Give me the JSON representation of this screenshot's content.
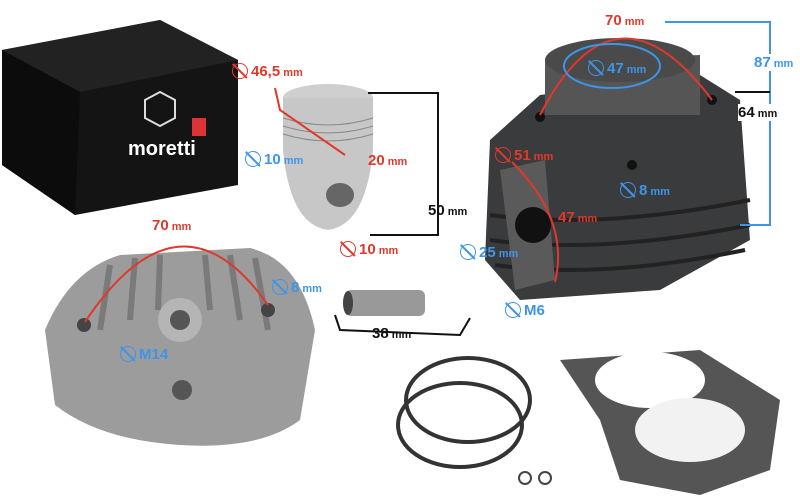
{
  "brand": {
    "name": "moretti"
  },
  "colors": {
    "dimension_red": "#e0392b",
    "dimension_blue": "#3d95e8",
    "dimension_black": "#111111",
    "box": "#141414",
    "cylinder": "#3a3b3d",
    "head": "#9c9c9c"
  },
  "piston": {
    "diameter": {
      "value": "46,5",
      "unit": "mm"
    },
    "ring_height": {
      "value": "20",
      "unit": "mm"
    },
    "pin_hole": {
      "value": "10",
      "unit": "mm"
    },
    "height": {
      "value": "50",
      "unit": "mm"
    }
  },
  "piston_pin": {
    "diameter": {
      "value": "10",
      "unit": "mm"
    },
    "length": {
      "value": "38",
      "unit": "mm"
    }
  },
  "cylinder_head": {
    "bolt_spacing": {
      "value": "70",
      "unit": "mm"
    },
    "bolt_hole": {
      "value": "8",
      "unit": "mm"
    },
    "spark_plug_thread": {
      "value": "M14"
    }
  },
  "cylinder": {
    "bolt_spacing": {
      "value": "70",
      "unit": "mm"
    },
    "bore": {
      "value": "47",
      "unit": "mm"
    },
    "total_height": {
      "value": "87",
      "unit": "mm"
    },
    "body_height": {
      "value": "64",
      "unit": "mm"
    },
    "base_diameter": {
      "value": "51",
      "unit": "mm"
    },
    "bolt_hole": {
      "value": "8",
      "unit": "mm"
    },
    "intake_bolt_spacing": {
      "value": "47",
      "unit": "mm"
    },
    "intake_port": {
      "value": "25",
      "unit": "mm"
    },
    "intake_thread": {
      "value": "M6"
    }
  }
}
